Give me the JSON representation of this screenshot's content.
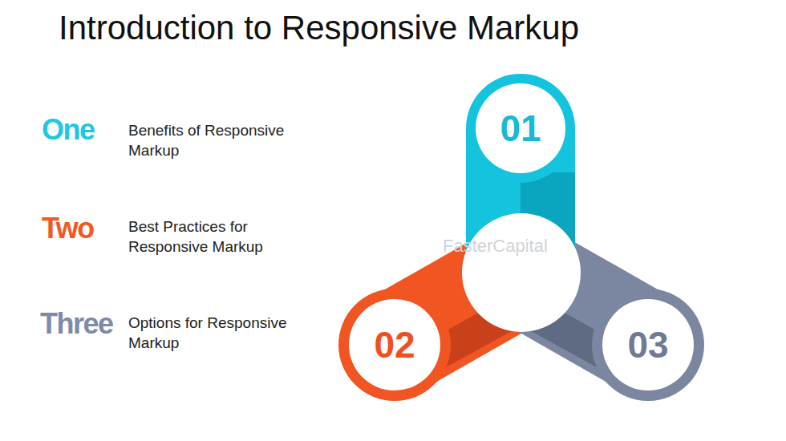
{
  "diagram": {
    "title": "Introduction to Responsive Markup",
    "nodes": [
      {
        "text": [
          "01"
        ]
      },
      {
        "text": [
          "02"
        ]
      },
      {
        "text": [
          "03"
        ]
      }
    ],
    "labels": [
      "One",
      "Benefits of Responsive Markup",
      "Two",
      "Best Practices for Responsive Markup",
      "Three",
      "Options for Responsive Markup",
      "FasterCapital"
    ]
  }
}
